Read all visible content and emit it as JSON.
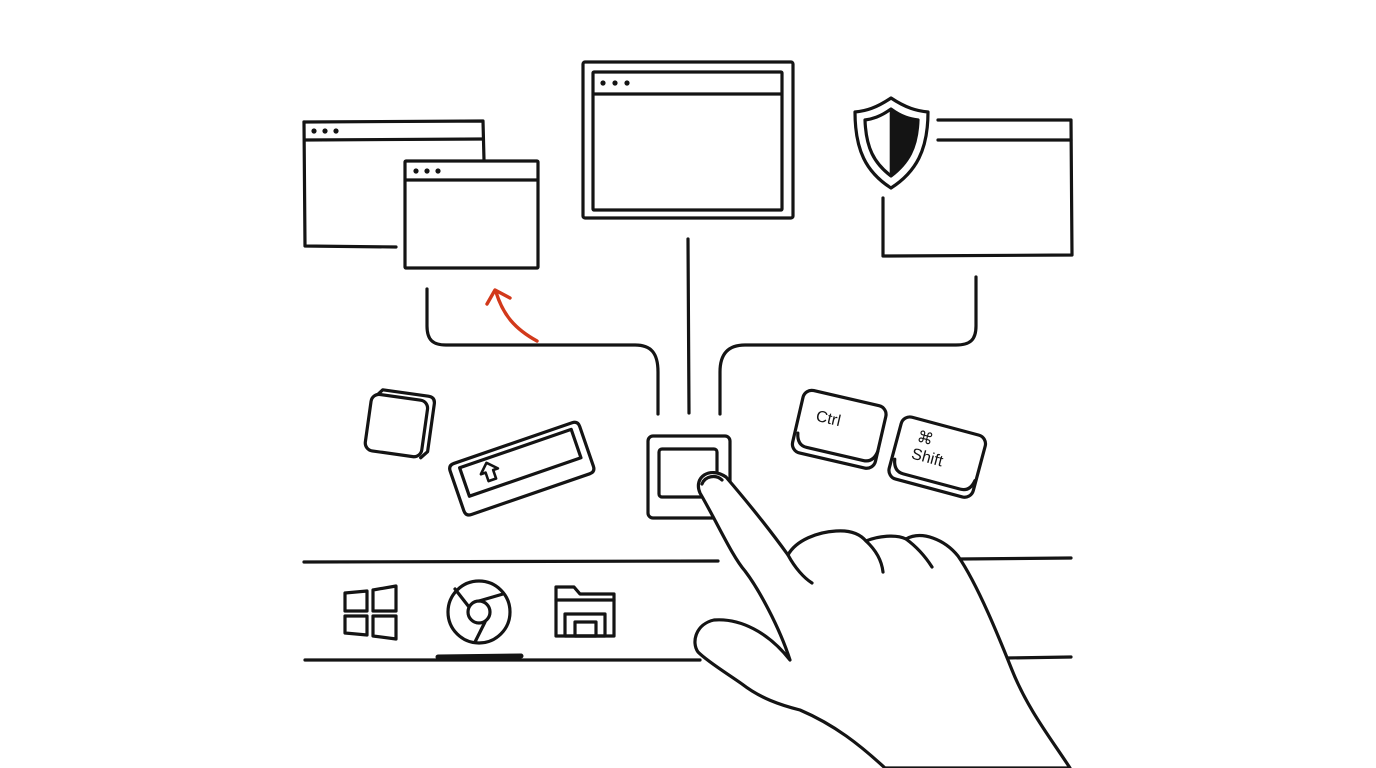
{
  "colors": {
    "ink": "#141414",
    "accent": "#d2391b",
    "background": "#ffffff"
  },
  "keys": {
    "ctrl": {
      "label": "Ctrl"
    },
    "shift": {
      "symbol": "⌘",
      "label": "Shift"
    },
    "arrow_key_icon": "shift-arrow-icon",
    "blank_key_icon": "blank-key"
  },
  "windows": {
    "left_back": {
      "icon": "browser-window-icon"
    },
    "left_front": {
      "icon": "browser-window-icon"
    },
    "center": {
      "icon": "browser-window-icon"
    },
    "right": {
      "icon": "shield-icon"
    }
  },
  "taskbar": {
    "items": [
      {
        "icon": "windows-start-icon"
      },
      {
        "icon": "chrome-icon",
        "active": true
      },
      {
        "icon": "folder-icon"
      }
    ]
  },
  "hand": {
    "icon": "pointing-hand-icon"
  }
}
